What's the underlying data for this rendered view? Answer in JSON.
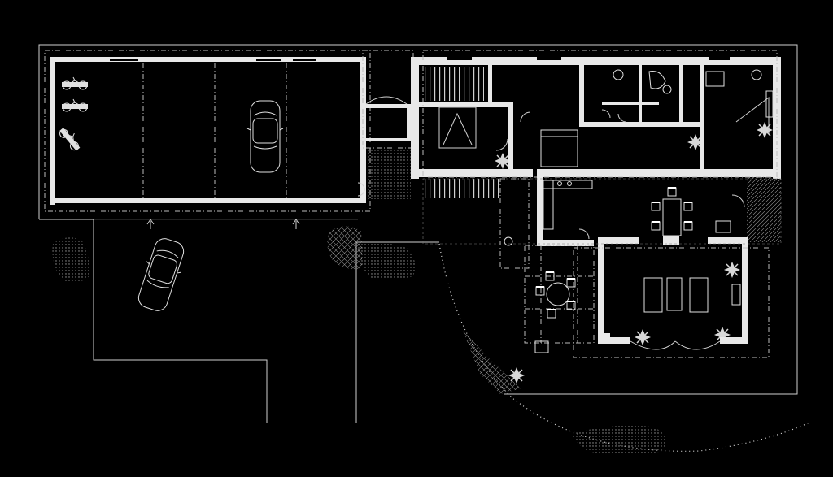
{
  "plan": {
    "background": "#000000",
    "line_color": "#e8e8e8",
    "elements": [
      "garage",
      "carport",
      "parked-car",
      "driveway-car",
      "bicycles",
      "utility-room",
      "staircase",
      "bedroom",
      "bathroom",
      "wc",
      "kitchen",
      "dining-area",
      "living-room",
      "terrace",
      "garden-plants",
      "curved-path"
    ]
  }
}
